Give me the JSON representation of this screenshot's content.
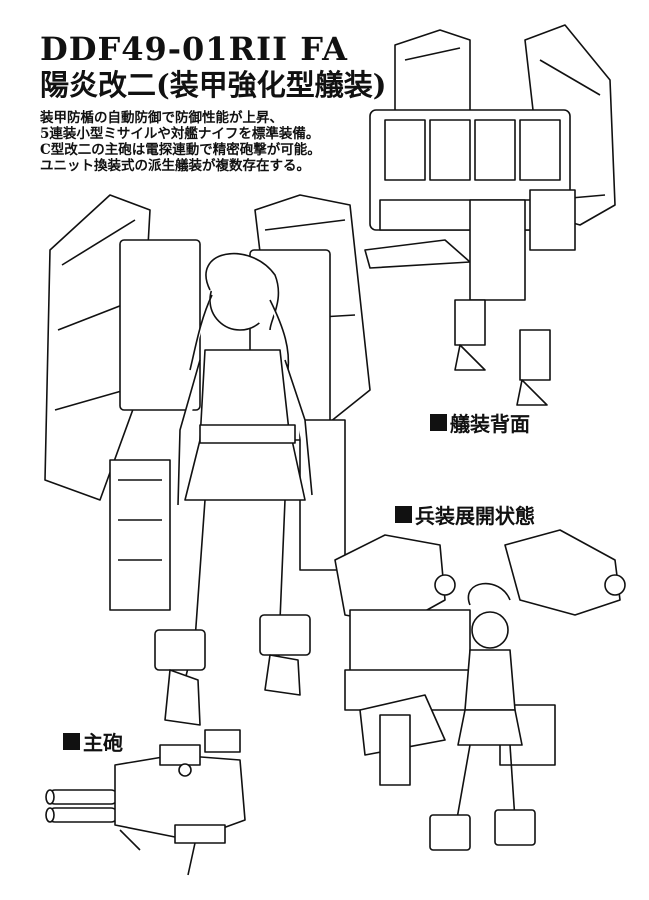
{
  "title": {
    "line1": "DDF49-01RII FA",
    "line2": "陽炎改二(装甲強化型艤装)"
  },
  "description": [
    "装甲防楯の自動防御で防御性能が上昇、",
    "5連装小型ミサイルや対艦ナイフを標準装備。",
    "C型改二の主砲は電探連動で精密砲撃が可能。",
    "ユニット換装式の派生艤装が複数存在する。"
  ],
  "labels": {
    "back_view": "艤装背面",
    "deployed": "兵装展開状態",
    "main_gun": "主砲"
  },
  "colors": {
    "ink": "#111111",
    "paper": "#ffffff"
  }
}
